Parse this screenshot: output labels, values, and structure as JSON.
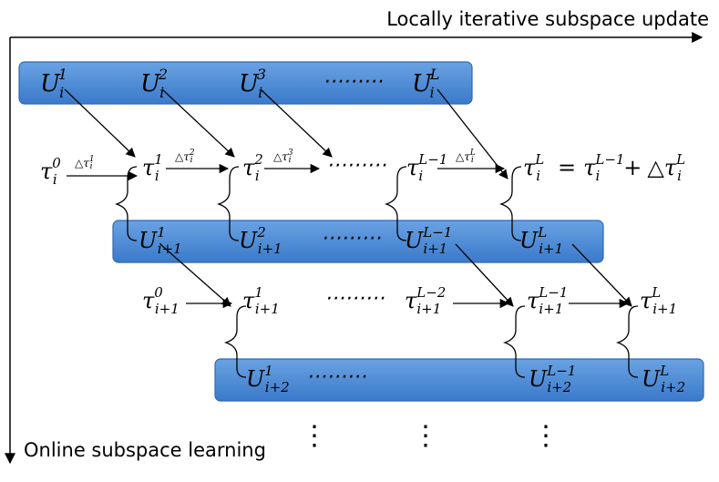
{
  "axes": {
    "horizontal_label": "Locally iterative subspace update",
    "vertical_label": "Online subspace learning"
  },
  "rows": {
    "row1": {
      "U": [
        {
          "base": "U",
          "sub": "i",
          "sup": "1"
        },
        {
          "base": "U",
          "sub": "i",
          "sup": "2"
        },
        {
          "base": "U",
          "sub": "i",
          "sup": "3"
        },
        {
          "base": "U",
          "sub": "i",
          "sup": "L"
        }
      ],
      "dots": "⋯⋯⋯"
    },
    "row2": {
      "tau": [
        {
          "base": "τ",
          "sub": "i",
          "sup": "0"
        },
        {
          "base": "τ",
          "sub": "i",
          "sup": "1"
        },
        {
          "base": "τ",
          "sub": "i",
          "sup": "2"
        },
        {
          "base": "τ",
          "sub": "i",
          "sup": "L−1"
        },
        {
          "base": "τ",
          "sub": "i",
          "sup": "L"
        }
      ],
      "deltas": [
        {
          "base": "△τ",
          "sub": "i",
          "sup": "1"
        },
        {
          "base": "△τ",
          "sub": "i",
          "sup": "2"
        },
        {
          "base": "△τ",
          "sub": "i",
          "sup": "3"
        },
        {
          "base": "△τ",
          "sub": "i",
          "sup": "L"
        }
      ],
      "equation": {
        "eq": "=",
        "t": {
          "base": "τ",
          "sub": "i",
          "sup": "L−1"
        },
        "plus": "+",
        "d": {
          "base": "△τ",
          "sub": "i",
          "sup": "L"
        }
      },
      "dots": "⋯⋯⋯"
    },
    "row3": {
      "U": [
        {
          "base": "U",
          "sub": "i+1",
          "sup": "1"
        },
        {
          "base": "U",
          "sub": "i+1",
          "sup": "2"
        },
        {
          "base": "U",
          "sub": "i+1",
          "sup": "L−1"
        },
        {
          "base": "U",
          "sub": "i+1",
          "sup": "L"
        }
      ],
      "dots": "⋯⋯⋯"
    },
    "row4": {
      "tau": [
        {
          "base": "τ",
          "sub": "i+1",
          "sup": "0"
        },
        {
          "base": "τ",
          "sub": "i+1",
          "sup": "1"
        },
        {
          "base": "τ",
          "sub": "i+1",
          "sup": "L−2"
        },
        {
          "base": "τ",
          "sub": "i+1",
          "sup": "L−1"
        },
        {
          "base": "τ",
          "sub": "i+1",
          "sup": "L"
        }
      ],
      "dots": "⋯⋯⋯"
    },
    "row5": {
      "U": [
        {
          "base": "U",
          "sub": "i+2",
          "sup": "1"
        },
        {
          "base": "U",
          "sub": "i+2",
          "sup": "L−1"
        },
        {
          "base": "U",
          "sub": "i+2",
          "sup": "L"
        }
      ],
      "dots": "⋯⋯⋯"
    },
    "vdots": "⋮"
  },
  "colors": {
    "box_fill_top": "#6aa2e2",
    "box_fill_bottom": "#3a7acb",
    "box_stroke": "#2f68b3",
    "line": "#000000"
  }
}
